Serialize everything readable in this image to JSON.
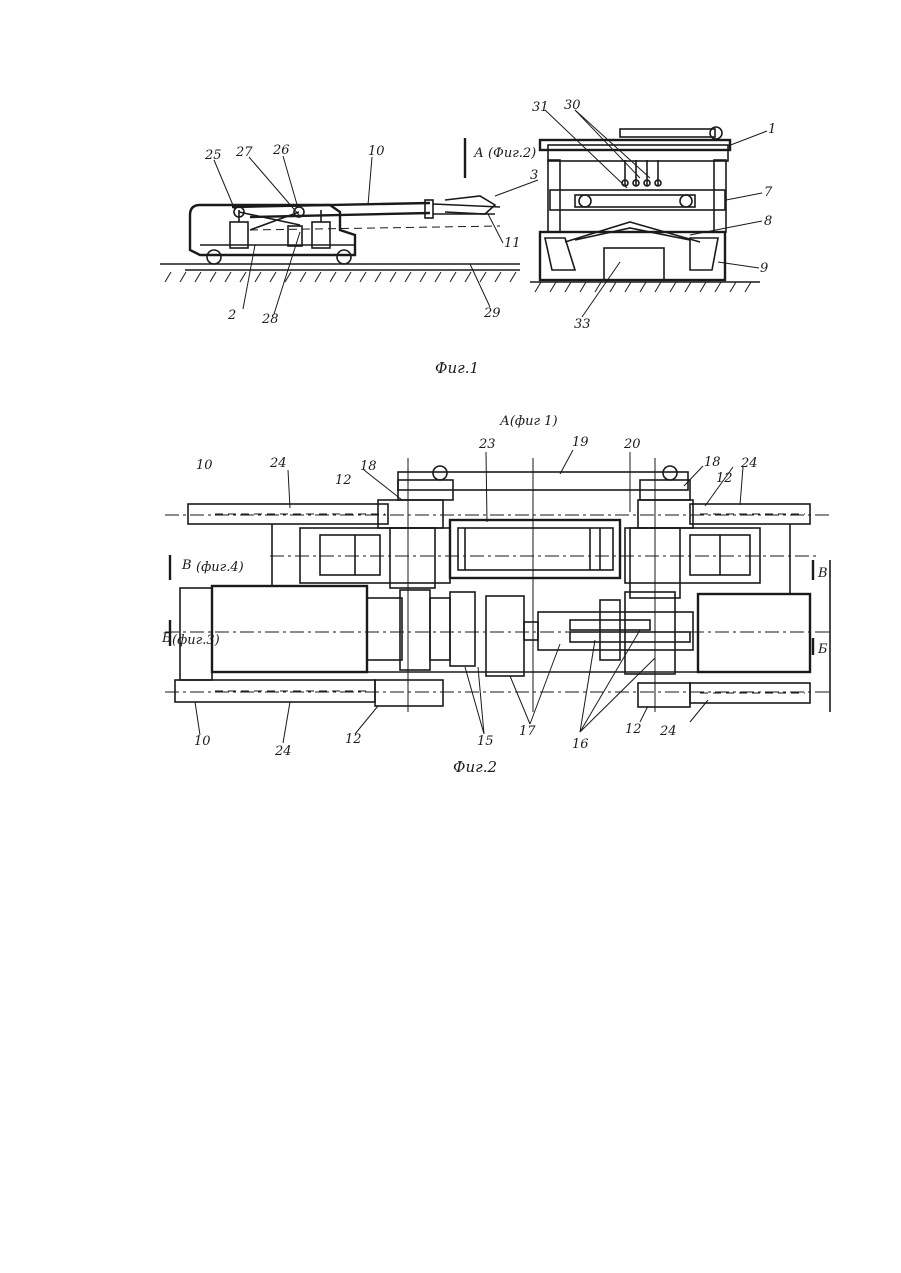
{
  "fig1": {
    "caption": "Фиг.1",
    "view_ref": "А (Фиг.2)",
    "labels": {
      "l1": "1",
      "l3": "3",
      "l7": "7",
      "l8": "8",
      "l9": "9",
      "l10": "10",
      "l11": "11",
      "l2": "2",
      "l25": "25",
      "l26": "26",
      "l27": "27",
      "l28": "28",
      "l29": "29",
      "l30": "30",
      "l31": "31",
      "l33": "33"
    }
  },
  "fig2": {
    "caption": "Фиг.2",
    "view_title": "А(фиг 1)",
    "section_b_left": "В",
    "section_b_left_ref": "(фиг.4)",
    "section_b2_left": "Б",
    "section_b2_left_ref": "(фиг.3)",
    "section_b_right": "В",
    "section_b2_right": "Б",
    "labels": {
      "l10a": "10",
      "l24a": "24",
      "l18a": "18",
      "l12a": "12",
      "l23": "23",
      "l19": "19",
      "l20": "20",
      "l18b": "18",
      "l12b": "12",
      "l24b": "24",
      "l10b": "10",
      "l24c": "24",
      "l12c": "12",
      "l15": "15",
      "l17": "17",
      "l16": "16",
      "l12d": "12",
      "l24d": "24"
    }
  }
}
